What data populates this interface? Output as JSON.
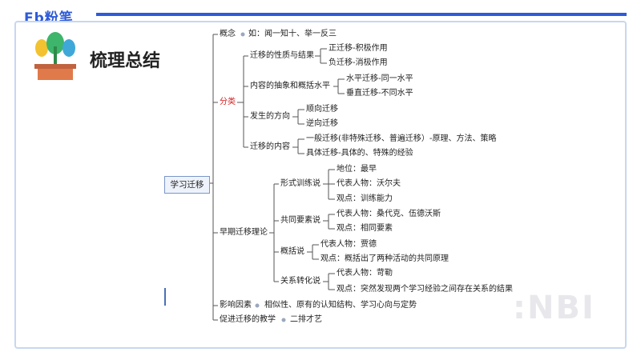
{
  "brand": {
    "logo_text": "Fb粉笔"
  },
  "title": "梳理总结",
  "watermark": ":NBI",
  "mindmap": {
    "root": "学习迁移",
    "concept": {
      "label": "概念",
      "content": "如：闻一知十、举一反三"
    },
    "classification": {
      "label": "分类",
      "groups": [
        {
          "label": "迁移的性质与结果",
          "leaves": [
            "正迁移-积极作用",
            "负迁移-消极作用"
          ]
        },
        {
          "label": "内容的抽象和概括水平",
          "leaves": [
            "水平迁移-同一水平",
            "垂直迁移-不同水平"
          ]
        },
        {
          "label": "发生的方向",
          "leaves": [
            "顺向迁移",
            "逆向迁移"
          ]
        },
        {
          "label": "迁移的内容",
          "leaves": [
            "一般迁移(非特殊迁移、普遍迁移）-原理、方法、策略",
            "具体迁移-具体的、特殊的经验"
          ]
        }
      ]
    },
    "early_theories": {
      "label": "早期迁移理论",
      "theories": [
        {
          "label": "形式训练说",
          "leaves": [
            "地位：最早",
            "代表人物：沃尔夫",
            "观点：训练能力"
          ]
        },
        {
          "label": "共同要素说",
          "leaves": [
            "代表人物：桑代克、伍德沃斯",
            "观点：相同要素"
          ]
        },
        {
          "label": "概括说",
          "leaves": [
            "代表人物：贾德",
            "观点：概括出了两种活动的共同原理"
          ]
        },
        {
          "label": "关系转化说",
          "leaves": [
            "代表人物：苛勒",
            "观点：突然发现两个学习经验之间存在关系的结果"
          ]
        }
      ]
    },
    "factors": {
      "label": "影响因素",
      "content": "相似性、原有的认知结构、学习心向与定势"
    },
    "teaching": {
      "label": "促进迁移的教学",
      "content": "二排才艺"
    }
  }
}
